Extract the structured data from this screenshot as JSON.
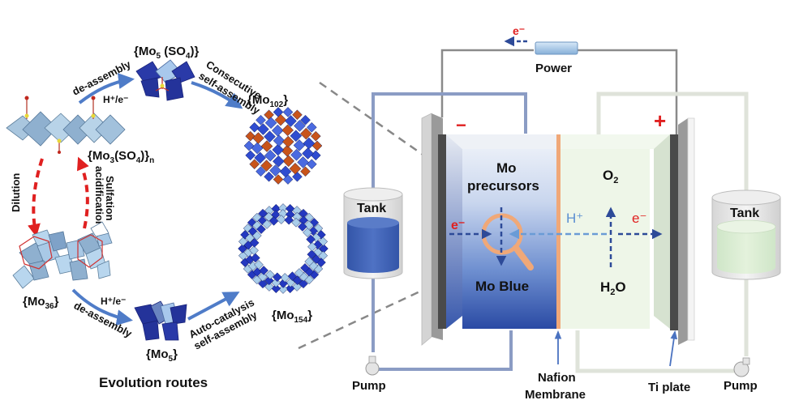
{
  "left_panel": {
    "title": "Evolution routes",
    "clusters": {
      "mo5_so4": {
        "main": "{Mo",
        "sub": "5",
        "rest": " (SO",
        "sub2": "4",
        "end": ")}"
      },
      "mo3_so4_n": {
        "main": "{Mo",
        "sub": "3",
        "rest": "(SO",
        "sub2": "4",
        "end": ")}",
        "sub3": "n"
      },
      "mo36": {
        "main": "{Mo",
        "sub": "36",
        "end": "}"
      },
      "mo5": {
        "main": "{Mo",
        "sub": "5",
        "end": "}"
      },
      "mo102": {
        "main": "{Mo",
        "sub": "102",
        "end": "}"
      },
      "mo154": {
        "main": "{Mo",
        "sub": "154",
        "end": "}"
      }
    },
    "arrows": {
      "top_deassembly": "de-assembly",
      "top_condition": "H⁺/e⁻",
      "consecutive_line1": "Consecutive",
      "consecutive_line2": "self-assembly",
      "dilution": "Dilution",
      "sulfation_line1": "Sulfation",
      "sulfation_line2": "acidification",
      "bottom_condition": "H⁺/e⁻",
      "bottom_deassembly": "de-assembly",
      "autocat_line1": "Auto-catalysis",
      "autocat_line2": "self-assembly"
    }
  },
  "right_panel": {
    "power_label": "Power",
    "electron_top": "e⁻",
    "negative_sign": "−",
    "positive_sign": "+",
    "left_tank": "Tank",
    "right_tank": "Tank",
    "cathode_top_line1": "Mo",
    "cathode_top_line2": "precursors",
    "cathode_bottom": "Mo Blue",
    "electron_left": "e⁻",
    "proton": "H⁺",
    "electron_right": "e⁻",
    "anode_top": "O",
    "anode_top_sub": "2",
    "anode_bottom_h": "H",
    "anode_bottom_sub": "2",
    "anode_bottom_o": "O",
    "pump_left": "Pump",
    "pump_right": "Pump",
    "membrane_line1": "Nafion",
    "membrane_line2": "Membrane",
    "ti_plate": "Ti plate"
  },
  "colors": {
    "cluster_dark_blue": "#1e2f9a",
    "cluster_light_blue": "#a9cdea",
    "cluster_orange": "#c8541a",
    "arrow_blue": "#4f7cc8",
    "arrow_red": "#e02020",
    "cathode_blue": "#2d4ea8",
    "anode_green": "#eef6e8",
    "membrane_orange": "#f0a878"
  }
}
